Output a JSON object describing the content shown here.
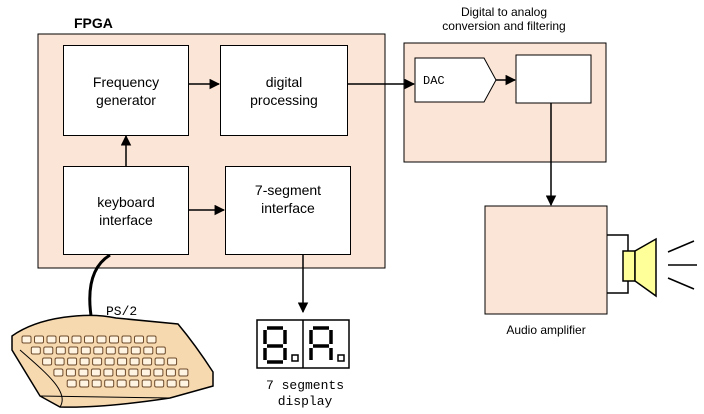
{
  "fpga": {
    "title": "FPGA",
    "blocks": {
      "frequency_generator": [
        "Frequency",
        "generator"
      ],
      "digital_processing": [
        "digital",
        "processing"
      ],
      "keyboard_interface": [
        "keyboard",
        "interface"
      ],
      "segment_interface": [
        "7-segment",
        "interface"
      ]
    }
  },
  "dac_section": {
    "title_lines": [
      "Digital to analog",
      "conversion and filtering"
    ],
    "dac_label": "DAC"
  },
  "amplifier": {
    "label": "Audio amplifier"
  },
  "keyboard": {
    "connector_label": "PS/2"
  },
  "display": {
    "caption_lines": [
      "7 segments",
      "display"
    ]
  },
  "colors": {
    "fpga_fill": "#fbe5d6",
    "dac_fill": "#fbe5d6",
    "amplifier_fill": "#fbe5d6",
    "speaker_fill": "#ffff99",
    "keyboard_fill": "#f7d9b0"
  }
}
